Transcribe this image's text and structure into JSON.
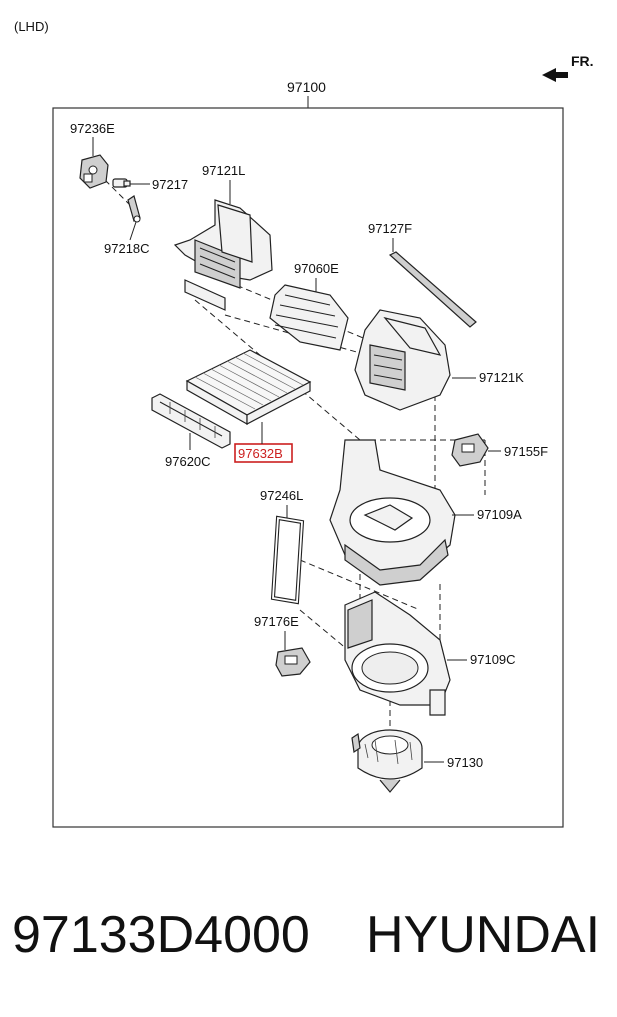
{
  "header": {
    "variant": "(LHD)",
    "direction": "FR."
  },
  "diagram": {
    "assembly": "97100",
    "labels": {
      "p97236E": "97236E",
      "p97217": "97217",
      "p97121L": "97121L",
      "p97218C": "97218C",
      "p97127F": "97127F",
      "p97060E": "97060E",
      "p97121K": "97121K",
      "p97620C": "97620C",
      "p97632B": "97632B",
      "p97155F": "97155F",
      "p97246L": "97246L",
      "p97109A": "97109A",
      "p97176E": "97176E",
      "p97109C": "97109C",
      "p97130": "97130"
    },
    "highlight_color": "#cc1f1f"
  },
  "footer": {
    "part_number": "97133D4000",
    "brand": "HYUNDAI"
  }
}
